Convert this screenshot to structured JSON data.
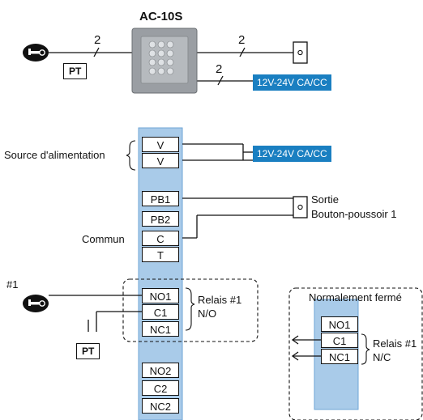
{
  "device": {
    "title": "AC-10S"
  },
  "labels": {
    "pt": "PT",
    "wire_count": "2",
    "power_tag": "12V-24V CA/CC",
    "source": "Source d'alimentation",
    "commun": "Commun",
    "sortie": "Sortie",
    "bouton": "Bouton-poussoir 1",
    "channel": "#1",
    "relais1": "Relais #1",
    "no": "N/O",
    "nc": "N/C",
    "normal_ferme": "Normalement fermé"
  },
  "terminals": {
    "power": [
      "V",
      "V"
    ],
    "pushbutton": [
      "PB1",
      "PB2",
      "C",
      "T"
    ],
    "relay1": [
      "NO1",
      "C1",
      "NC1"
    ],
    "relay2": [
      "NO2",
      "C2",
      "NC2"
    ],
    "inset": [
      "NO1",
      "C1",
      "NC1"
    ]
  },
  "colors": {
    "accent": "#1a7fc1",
    "strip": "#a9cbe9",
    "line": "#111111"
  }
}
